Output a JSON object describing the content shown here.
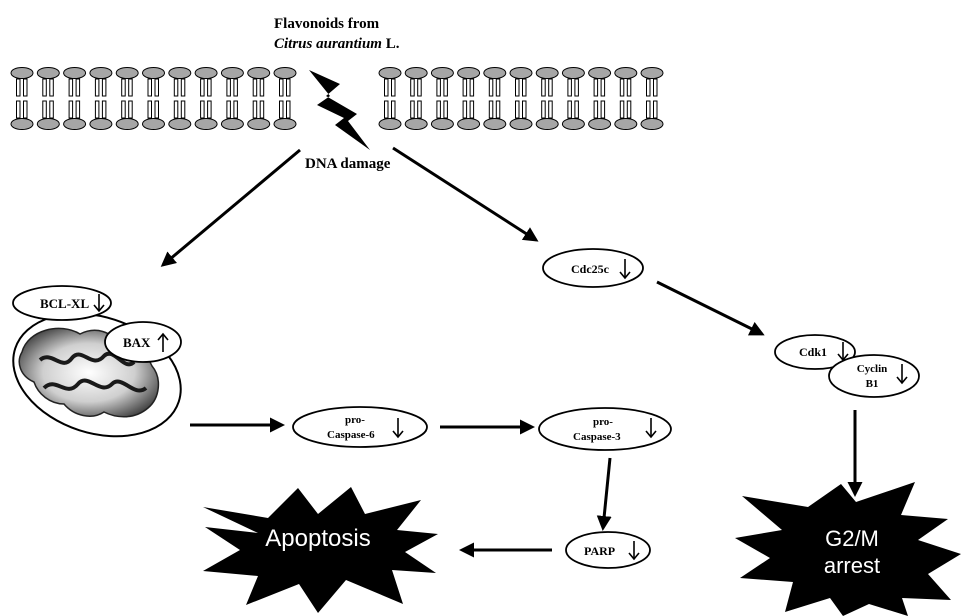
{
  "title": {
    "line1": "Flavonoids from",
    "line2_italic": "Citrus  aurantium",
    "line2_rest": " L."
  },
  "labels": {
    "dna_damage": "DNA damage",
    "bcl_xl": "BCL-XL",
    "bax": "BAX",
    "pro_caspase6_l1": "pro-",
    "pro_caspase6_l2": "Caspase-6",
    "pro_caspase3_l1": "pro-",
    "pro_caspase3_l2": "Caspase-3",
    "parp": "PARP",
    "cdc25c": "Cdc25c",
    "cdk1": "Cdk1",
    "cyclin_l1": "Cyclin",
    "cyclin_l2": "B1",
    "apoptosis": "Apoptosis",
    "g2m_l1": "G2/M",
    "g2m_l2": "arrest"
  },
  "regulation": {
    "bcl_xl": "down",
    "bax": "up",
    "pro_caspase6": "down",
    "pro_caspase3": "down",
    "parp": "down",
    "cdc25c": "down",
    "cdk1": "down",
    "cyclin_b1": "down"
  },
  "colors": {
    "line": "#000000",
    "membrane_head": "#a6a6a6",
    "burst_fill": "#000000",
    "burst_text": "#ffffff"
  }
}
